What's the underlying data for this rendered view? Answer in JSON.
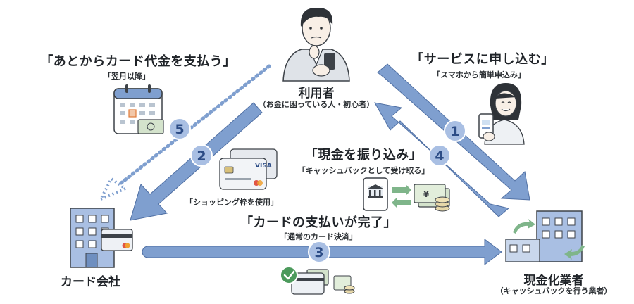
{
  "nodes": {
    "user": {
      "label": "利用者",
      "sub": "（お金に困っている人・初心者）"
    },
    "card_company": {
      "label": "カード会社"
    },
    "cash_company": {
      "label": "現金化業者",
      "sub": "（キャッシュバックを行う業者）"
    }
  },
  "steps": [
    {
      "number": "1",
      "title": "「サービスに申し込む」",
      "sub": "「スマホから簡単申込み」"
    },
    {
      "number": "2",
      "sub": "「ショッピング枠を使用」"
    },
    {
      "number": "3",
      "title": "「カードの支払いが完了」",
      "sub": "「通常のカード決済」"
    },
    {
      "number": "4",
      "title": "「現金を振り込み」",
      "sub": "「キャッシュバックとして受け取る」"
    },
    {
      "number": "5",
      "title": "「あとからカード代金を支払う」",
      "sub": "「翌月以降」"
    }
  ],
  "card_brand": "VISA",
  "currency_symbol": "¥",
  "colors": {
    "arrow": "#7f9fcf",
    "arrow_stroke": "#4f6fa3",
    "step_circle": "#a9bfe3",
    "step_text": "#2c4c86",
    "building": "#93aed6",
    "money": "#d4e3cc",
    "check": "#4c9a5c"
  }
}
